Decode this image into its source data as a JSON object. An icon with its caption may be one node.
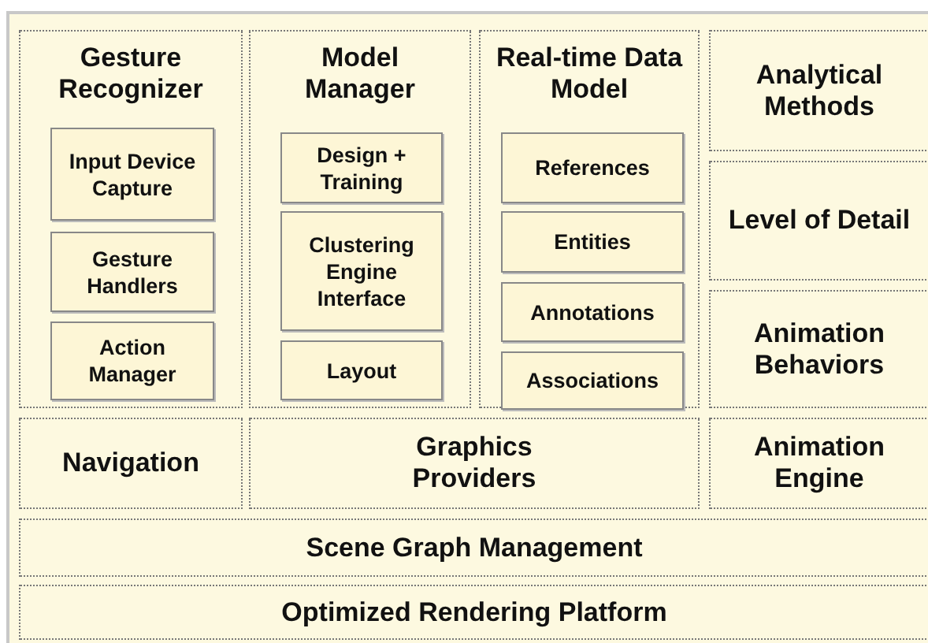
{
  "diagram": {
    "nodes": [
      {
        "text": [
          "Gesture Recognizer"
        ]
      },
      {
        "text": [
          "Input Device Capture"
        ],
        "in": 0
      },
      {
        "text": [
          "Gesture Handlers"
        ],
        "in": 0
      },
      {
        "text": [
          "Action Manager"
        ],
        "in": 0
      },
      {
        "text": [
          "Model Manager"
        ]
      },
      {
        "text": [
          "Design + Training"
        ],
        "in": 4
      },
      {
        "text": [
          "Clustering Engine Interface"
        ],
        "in": 4
      },
      {
        "text": [
          "Layout"
        ],
        "in": 4
      },
      {
        "text": [
          "Real-time Data Model"
        ]
      },
      {
        "text": [
          "References"
        ],
        "in": 8
      },
      {
        "text": [
          "Entities"
        ],
        "in": 8
      },
      {
        "text": [
          "Annotations"
        ],
        "in": 8
      },
      {
        "text": [
          "Associations"
        ],
        "in": 8
      },
      {
        "text": [
          "Analytical Methods"
        ]
      },
      {
        "text": [
          "Level of Detail"
        ]
      },
      {
        "text": [
          "Animation Behaviors"
        ]
      },
      {
        "text": [
          "Navigation"
        ]
      },
      {
        "text": [
          "Graphics Providers"
        ]
      },
      {
        "text": [
          "Animation Engine"
        ]
      },
      {
        "text": [
          "Scene Graph Management"
        ]
      },
      {
        "text": [
          "Optimized Rendering Platform"
        ]
      }
    ]
  }
}
